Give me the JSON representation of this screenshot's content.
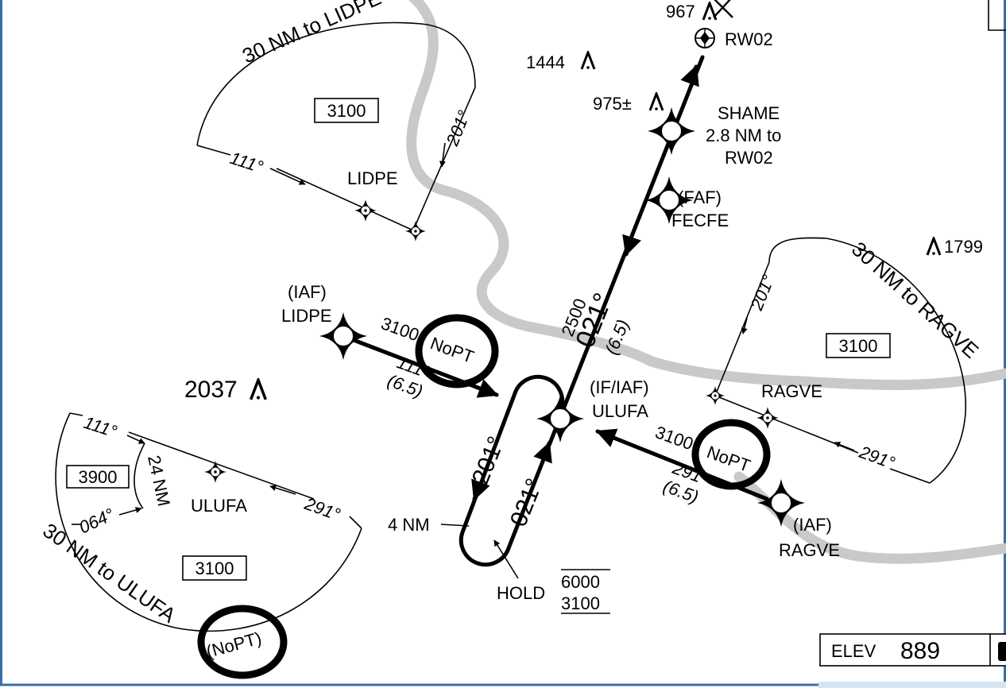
{
  "colors": {
    "frame": "#3a6ea5",
    "river": "#c9c9c9",
    "ink": "#000000",
    "footer": "#d6e4f2"
  },
  "taa_lidpe": {
    "arc_label": "30 NM to LIDPE",
    "altitude": "3100",
    "course_left": "111°",
    "course_right": "201°",
    "fix": "LIDPE"
  },
  "taa_ragve": {
    "arc_label": "30 NM to RAGVE",
    "altitude": "3100",
    "course_left": "201°",
    "course_right": "291°",
    "fix": "RAGVE"
  },
  "taa_ulufa": {
    "arc_label": "30 NM to ULUFA",
    "altitude_upper": "3900",
    "altitude_lower": "3100",
    "course_top": "111°",
    "course_right": "291°",
    "course_left": "064°",
    "arc_inner": "24 NM",
    "fix": "ULUFA",
    "nopt": "(NoPT)"
  },
  "fixes": {
    "rw02": "RW02",
    "shame": {
      "name": "SHAME",
      "dist": "2.8 NM to",
      "rwy": "RW02"
    },
    "fecfe": {
      "role": "(FAF)",
      "name": "FECFE"
    },
    "lidpe_iaf": {
      "role": "(IAF)",
      "name": "LIDPE"
    },
    "ulufa": {
      "role": "(IF/IAF)",
      "name": "ULUFA"
    },
    "ragve_iaf": {
      "role": "(IAF)",
      "name": "RAGVE"
    }
  },
  "legs": {
    "lidpe": {
      "alt": "3100",
      "nopt": "NoPT",
      "course": "111°",
      "dist": "(6.5)"
    },
    "ragve": {
      "alt": "3100",
      "nopt": "NoPT",
      "course": "291°",
      "dist": "(6.5)"
    },
    "final": {
      "alt": "2500",
      "course": "021°",
      "dist": "(6.5)"
    }
  },
  "hold": {
    "label": "HOLD",
    "max": "6000",
    "min": "3100",
    "leg": "4 NM",
    "inbound": "021°",
    "outbound": "201°"
  },
  "obstacles": {
    "o967": "967",
    "o1444": "1444",
    "o975": "975±",
    "o1799": "1799",
    "o2037": "2037"
  },
  "elevation": {
    "label": "ELEV",
    "value": "889"
  }
}
